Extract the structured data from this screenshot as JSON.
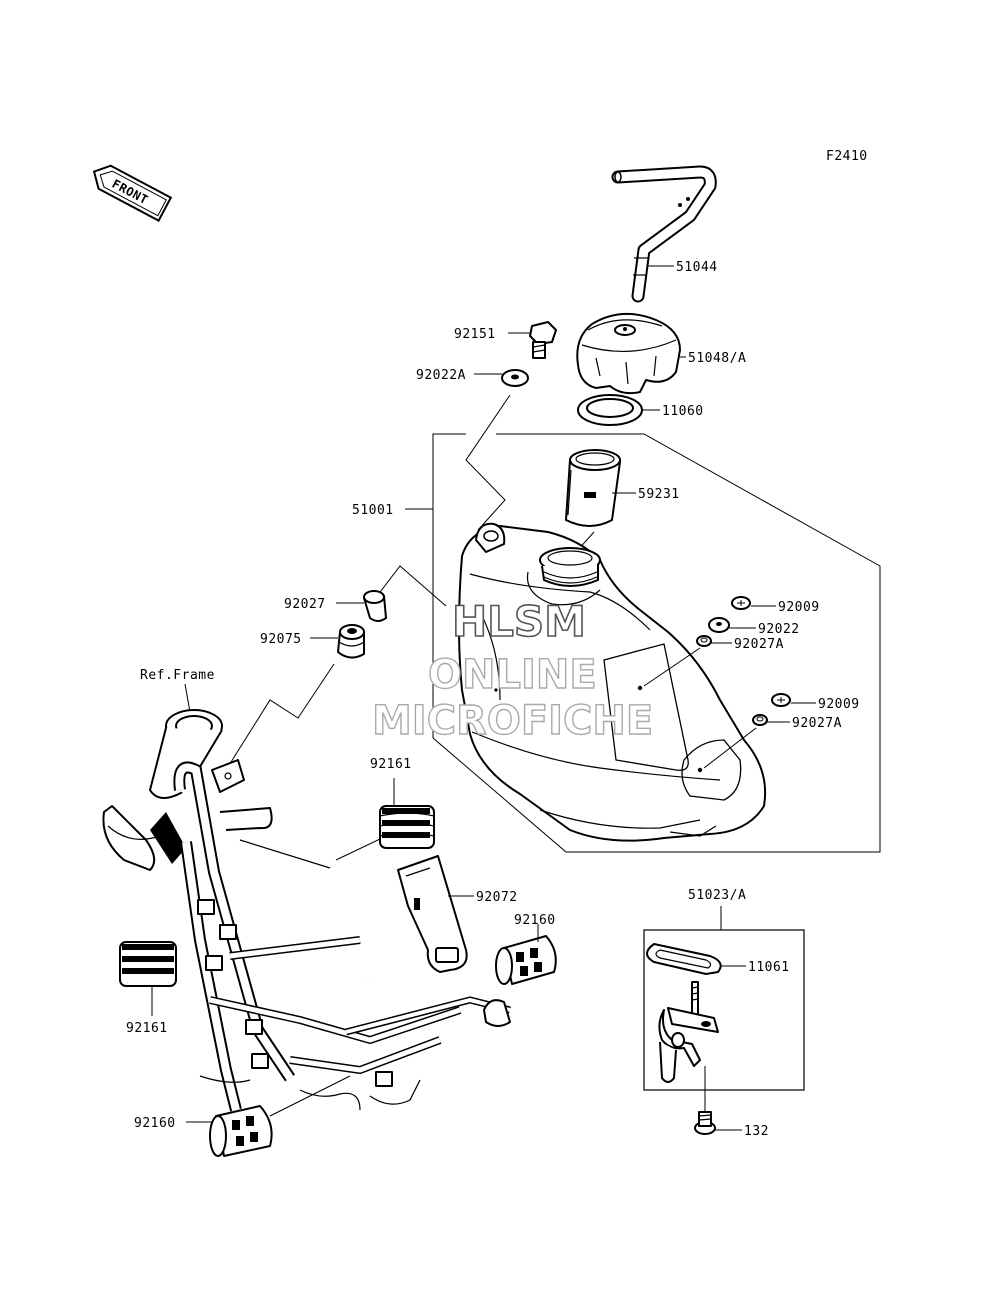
{
  "figure_code": "F2410",
  "front_label": "FRONT",
  "ref_label": "Ref.Frame",
  "watermark": [
    "HLSM",
    "ONLINE",
    "MICROFICHE"
  ],
  "parts": {
    "p51044": "51044",
    "p92151": "92151",
    "p51048A": "51048/A",
    "p92022A": "92022A",
    "p11060": "11060",
    "p51001": "51001",
    "p59231": "59231",
    "p92027": "92027",
    "p92075": "92075",
    "p92009a": "92009",
    "p92022": "92022",
    "p92027Aa": "92027A",
    "p92009b": "92009",
    "p92027Ab": "92027A",
    "p92161a": "92161",
    "p92072": "92072",
    "p92160a": "92160",
    "p92161b": "92161",
    "p92160b": "92160",
    "p51023A": "51023/A",
    "p11061": "11061",
    "p132": "132"
  }
}
